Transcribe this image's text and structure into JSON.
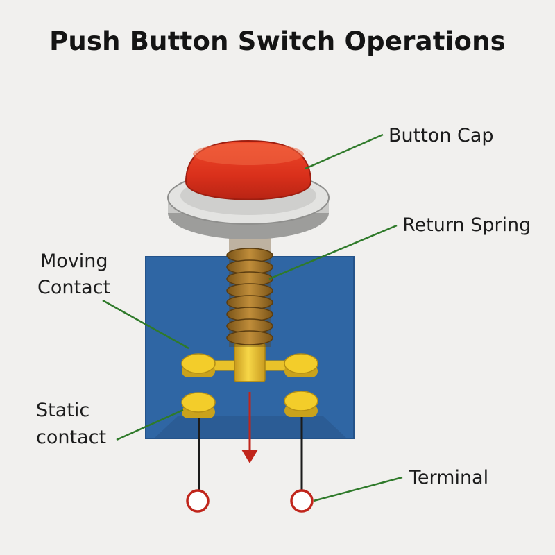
{
  "title": "Push Button Switch Operations",
  "labels": {
    "button_cap": "Button Cap",
    "return_spring": "Return Spring",
    "moving_contact_line1": "Moving",
    "moving_contact_line2": "Contact",
    "static_contact_line1": "Static",
    "static_contact_line2": "contact",
    "terminal": "Terminal"
  },
  "colors": {
    "background": "#f1f0ee",
    "housing": "#2f66a4",
    "button_cap": "#e0331c",
    "bezel": "#d4d4d2",
    "spring": "#a8772e",
    "contacts": "#f3cd2a",
    "leader_lines": "#2f7a2a",
    "terminal_rings": "#c0251b",
    "press_arrow": "#c0251b"
  }
}
